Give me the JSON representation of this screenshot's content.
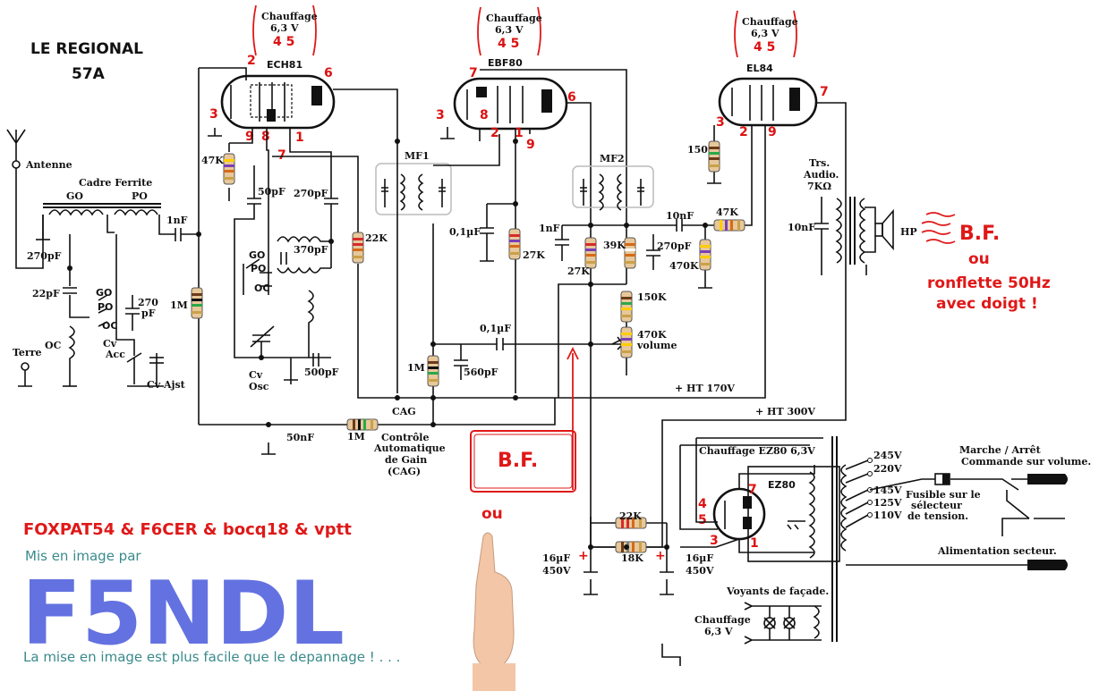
{
  "title": {
    "line1": "LE REGIONAL",
    "line2": "57A"
  },
  "credits": "FOXPAT54 & F6CER & bocq18 & vptt",
  "mis_en_image": "Mis en image par",
  "logo": "F5NDL",
  "slogan": "La mise en image est plus facile que le depannage ! . . .",
  "heater": {
    "label": "Chauffage",
    "voltage": "6,3 V",
    "pins": "4 5"
  },
  "tubes": {
    "ech81": "ECH81",
    "ebf80": "EBF80",
    "el84": "EL84",
    "ez80": "EZ80"
  },
  "pins": {
    "ech81": [
      "2",
      "6",
      "3",
      "9",
      "8",
      "1",
      "7"
    ],
    "ebf80": [
      "7",
      "8",
      "3",
      "6",
      "2",
      "1",
      "9"
    ],
    "el84": [
      "7",
      "3",
      "2",
      "9"
    ],
    "ez80": [
      "4",
      "5",
      "7",
      "3",
      "1"
    ]
  },
  "labels": {
    "antenne": "Antenne",
    "cadre": "Cadre Ferrite",
    "go": "GO",
    "po": "PO",
    "oc": "OC",
    "terre": "Terre",
    "cv_acc": "Cv\nAcc",
    "cv_ajst": "Cv Ajst",
    "cv_osc": "Cv\nOsc",
    "mf1": "MF1",
    "mf2": "MF2",
    "cag": "CAG",
    "cag_desc": [
      "Contrôle",
      "Automatique",
      "de Gain",
      "(CAG)"
    ],
    "trs": [
      "Trs.",
      "Audio.",
      "7KΩ"
    ],
    "hp": "HP",
    "ht170": "+ HT 170V",
    "ht300": "+ HT 300V",
    "chauffage_ez80": "Chauffage EZ80 6,3V",
    "tensions": [
      "245V",
      "220V",
      "145V",
      "125V",
      "110V"
    ],
    "fusible": [
      "Fusible sur le",
      "sélecteur",
      "de tension."
    ],
    "marche": [
      "Marche / Arrêt",
      "Commande sur volume."
    ],
    "alim": "Alimentation secteur.",
    "voyants": "Voyants de façade.",
    "chauffage_bas": [
      "Chauffage",
      "6,3 V"
    ],
    "volume": "volume"
  },
  "components": {
    "c_1nf": "1nF",
    "c_270pf": "270pF",
    "c_22pf": "22pF",
    "c_270pf_b": "270\npF",
    "r_1m": "1M",
    "r_47k": "47K",
    "c_50pf": "50pF",
    "c_270pf_c": "270pF",
    "c_370pf": "370pF",
    "r_22k": "22K",
    "c_500pf": "500pF",
    "c_0_1uf": "0,1µF",
    "r_27k": "27K",
    "c_1nf_b": "1nF",
    "r_27k_b": "27K",
    "r_39k": "39K",
    "c_270pf_d": "270pF",
    "c_10nf": "10nF",
    "r_47k_b": "47K",
    "r_470k": "470K",
    "r_150": "150",
    "c_10nf_b": "10nF",
    "r_150k": "150K",
    "r_470k_vol": "470K",
    "c_0_1uf_b": "0,1µF",
    "r_1m_b": "1M",
    "c_560pf": "560pF",
    "c_50nf": "50nF",
    "r_1m_c": "1M",
    "r_22k_b": "22K",
    "r_18k": "18K",
    "c_16uf": "16µF",
    "v_450": "450V"
  },
  "bf_callouts": {
    "bf": "B.F.",
    "ou": "ou",
    "ronflette": "ronflette 50Hz",
    "doigt": "avec doigt !"
  },
  "colors": {
    "red": "#e01818",
    "teal": "#3a8a8c",
    "logo_blue": "#3c4fd8",
    "logo_red": "#d8242a"
  }
}
